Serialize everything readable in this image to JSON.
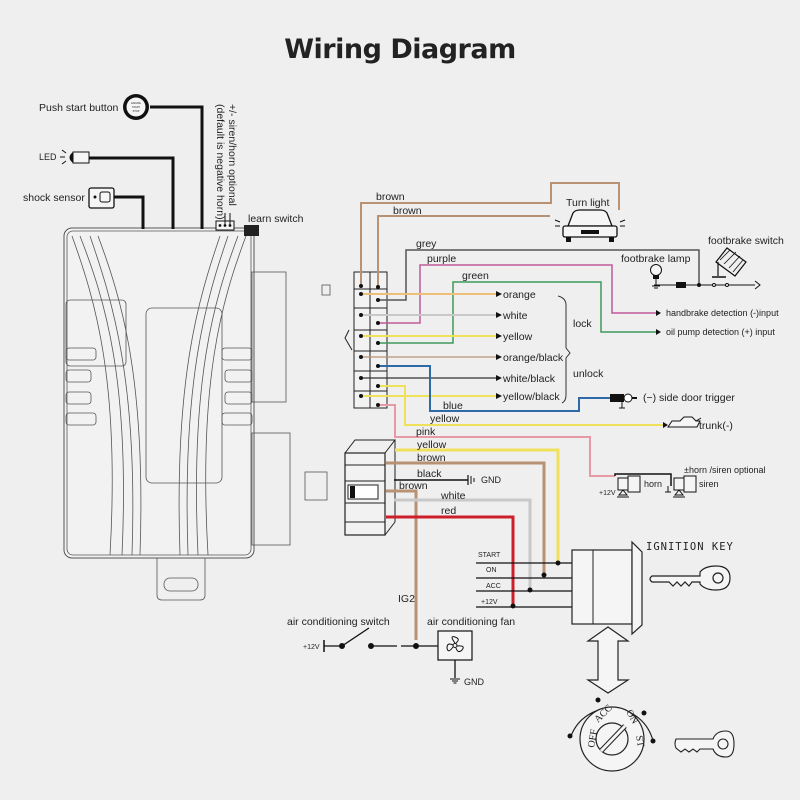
{
  "title": "Wiring Diagram",
  "colors": {
    "brown": "#b89273",
    "grey": "#555555",
    "purple": "#c0589a",
    "green": "#3f9a5a",
    "orange": "#efbf7a",
    "white": "#c8c8c8",
    "yellow": "#f0e15a",
    "black": "#1a1a1a",
    "blue": "#2e6aa8",
    "pink": "#e79aa6",
    "red": "#cc1f2a",
    "background": "#efefef"
  },
  "left_components": {
    "push_start_button": "Push start button",
    "push_button_face": [
      "ENGINE",
      "START",
      "STOP"
    ],
    "led": "LED",
    "shock_sensor": "shock sensor",
    "siren_note_line1": "+/- siren/horn optional",
    "siren_note_line2": "(default is negative horn)",
    "learn_switch": "learn switch"
  },
  "top_wires": {
    "brown1": "brown",
    "brown2": "brown",
    "turn_light": "Turn light",
    "grey": "grey",
    "purple": "purple",
    "green": "green",
    "footbrake_lamp": "footbrake lamp",
    "footbrake_switch": "footbrake switch",
    "handbrake": "handbrake detection (-)input",
    "oil_pump": "oil pump detection (+) input"
  },
  "lock_wires": {
    "outputs": [
      "orange",
      "white",
      "yellow",
      "orange/black",
      "white/black",
      "yellow/black"
    ],
    "lock": "lock",
    "unlock": "unlock"
  },
  "trigger_wires": {
    "blue": "blue",
    "yellow": "yellow",
    "pink": "pink",
    "side_door": "(−) side door trigger",
    "trunk": "trunk(-)",
    "horn_siren_note": "±horn /siren optional",
    "horn": "horn",
    "siren": "siren",
    "plus12": "+12V"
  },
  "power_wires": {
    "yellow": "yellow",
    "brown": "brown",
    "black": "black",
    "gnd": "GND",
    "brown2": "brown",
    "white": "white",
    "red": "red",
    "ig2": "IG2"
  },
  "ignition": {
    "title": "IGNITION KEY",
    "terminals": [
      "START",
      "ON",
      "ACC",
      "+12V"
    ],
    "dial_positions": [
      "OFF",
      "ACC",
      "ON",
      "ST"
    ]
  },
  "ac": {
    "switch": "air conditioning switch",
    "fan": "air conditioning fan",
    "plus12": "+12V",
    "gnd": "GND"
  }
}
